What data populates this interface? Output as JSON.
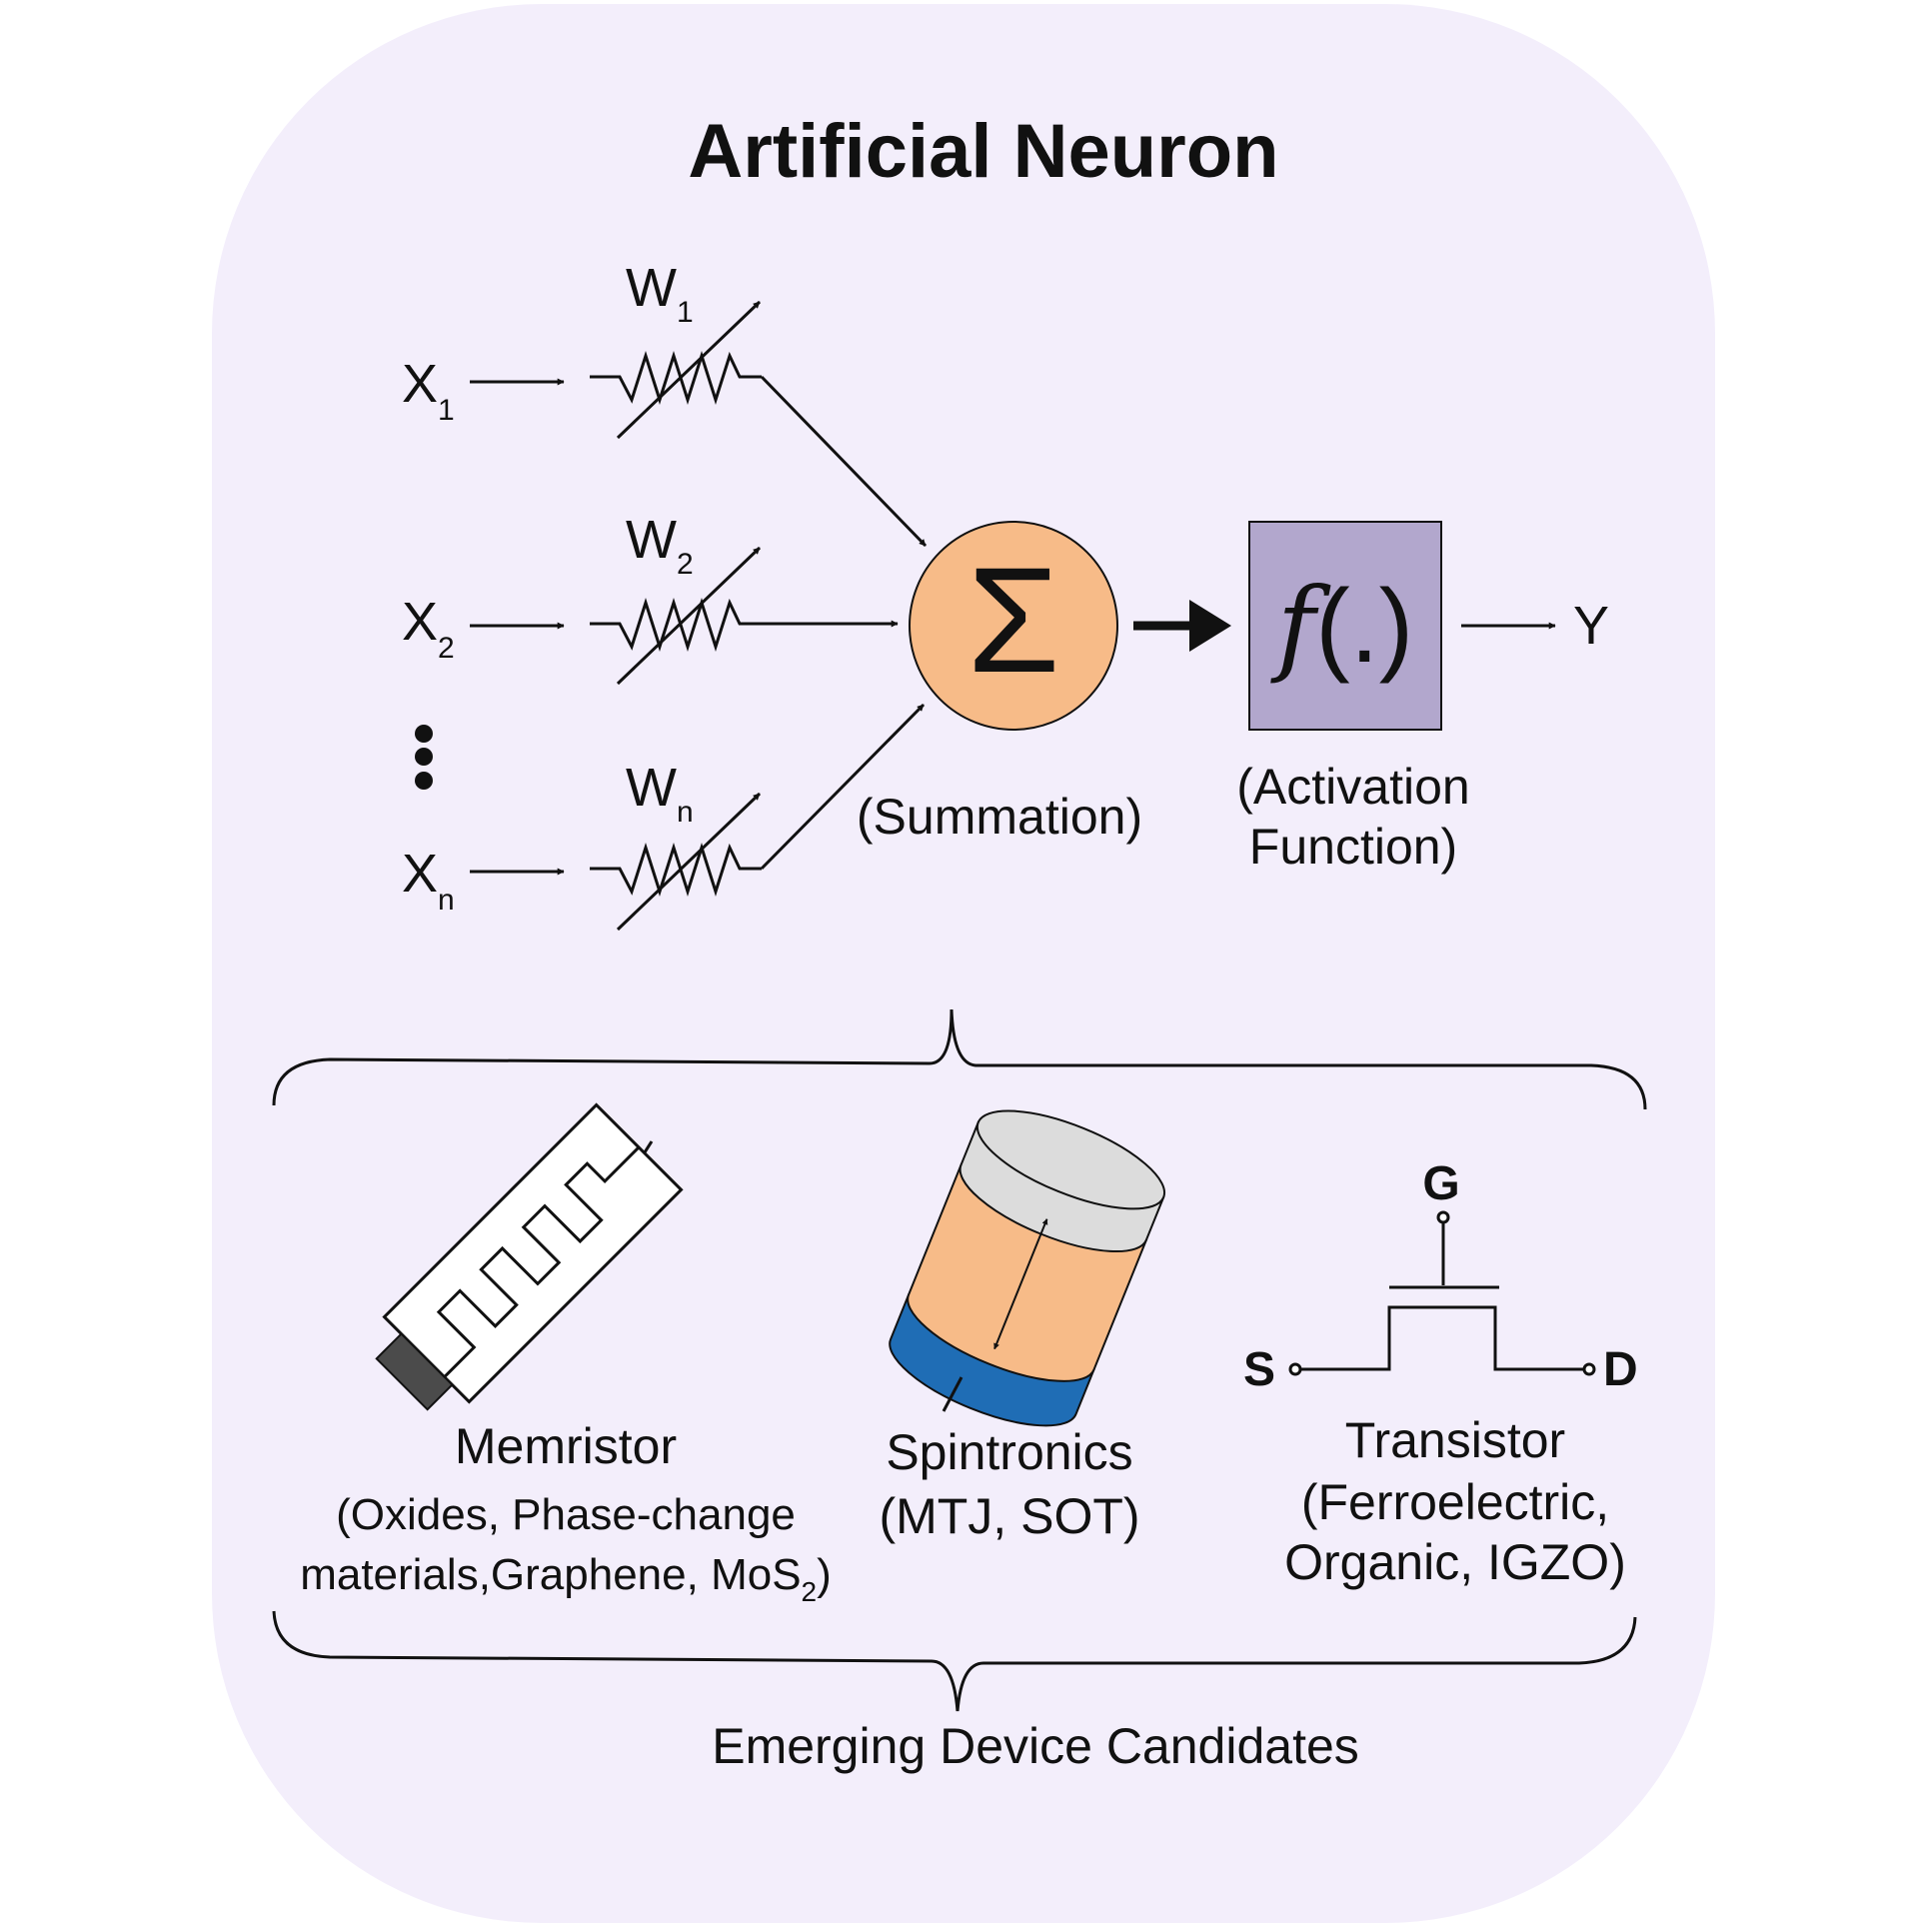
{
  "title": "Artificial Neuron",
  "inputs": [
    {
      "base": "X",
      "sub": "1"
    },
    {
      "base": "X",
      "sub": "2"
    },
    {
      "base": "X",
      "sub": "n"
    }
  ],
  "weights": [
    {
      "base": "W",
      "sub": "1"
    },
    {
      "base": "W",
      "sub": "2"
    },
    {
      "base": "W",
      "sub": "n"
    }
  ],
  "summation": {
    "symbol": "Σ",
    "label": "(Summation)"
  },
  "activation": {
    "symbol_f": "f",
    "symbol_args": "(.)",
    "label_line1": "(Activation",
    "label_line2": "Function)"
  },
  "output": "Y",
  "devices": {
    "memristor": {
      "name": "Memristor",
      "line1": "(Oxides, Phase-change",
      "line2": "materials,Graphene, MoS",
      "line2_sub": "2",
      "line2_end": ")"
    },
    "spintronics": {
      "name": "Spintronics",
      "line1": "(MTJ, SOT)"
    },
    "transistor": {
      "name": "Transistor",
      "line1": "(Ferroelectric,",
      "line2": "Organic, IGZO)",
      "gate": "G",
      "source": "S",
      "drain": "D"
    }
  },
  "footer": "Emerging Device Candidates",
  "colors": {
    "panel": "#f3eefb",
    "summation_fill": "#f7bb88",
    "activation_fill": "#b2a7cd",
    "memristor_end": "#4b4b4b",
    "mtj_top": "#dcdcdc",
    "mtj_middle": "#f7bb88",
    "mtj_bottom": "#1f6db5"
  }
}
